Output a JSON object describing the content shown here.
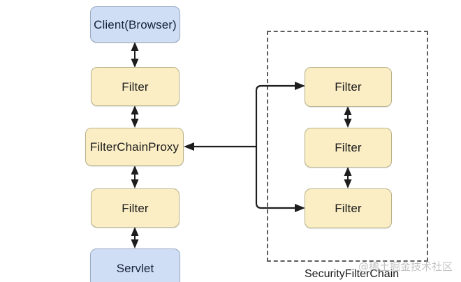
{
  "diagram": {
    "title": "Spring Security filter chain diagram",
    "background": "#ffffff",
    "colors": {
      "filter_fill": "#fbeec5",
      "filter_stroke": "#b9b38a",
      "endpoint_fill": "#cfdef4",
      "endpoint_stroke": "#9aabc4",
      "line": "#1d1d1d",
      "dashed_border": "#5d5d5d",
      "watermark": "#b9b9b9"
    },
    "left_column": [
      {
        "id": "client",
        "label": "Client(Browser)",
        "kind": "endpoint"
      },
      {
        "id": "filter-top",
        "label": "Filter",
        "kind": "filter"
      },
      {
        "id": "filter-chain-proxy",
        "label": "FilterChainProxy",
        "kind": "filter"
      },
      {
        "id": "filter-bottom",
        "label": "Filter",
        "kind": "filter"
      },
      {
        "id": "servlet",
        "label": "Servlet",
        "kind": "endpoint"
      }
    ],
    "security_chain": {
      "caption": "SecurityFilterChain",
      "filters": [
        {
          "id": "sec-filter-1",
          "label": "Filter",
          "kind": "filter"
        },
        {
          "id": "sec-filter-2",
          "label": "Filter",
          "kind": "filter"
        },
        {
          "id": "sec-filter-3",
          "label": "Filter",
          "kind": "filter"
        }
      ]
    },
    "watermark": "@稀土掘金技术社区"
  }
}
